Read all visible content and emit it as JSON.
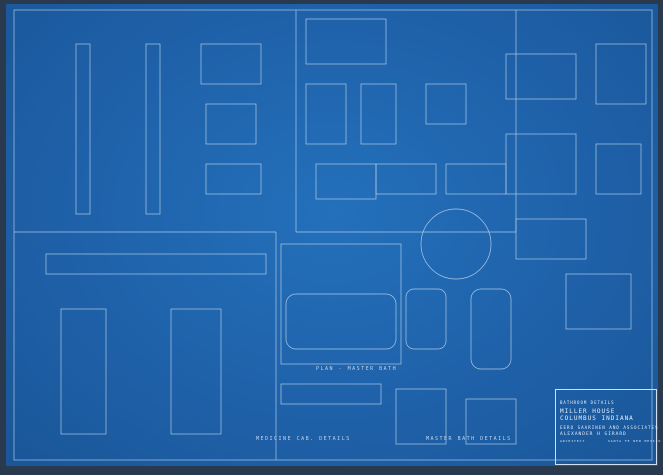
{
  "sheet_title": "BATHROOM DETAILS",
  "project": [
    "MILLER HOUSE",
    "COLUMBUS INDIANA"
  ],
  "architect": "EERO SAARINEN AND ASSOCIATES",
  "designer": "ALEXANDER H GIRARD",
  "designer_role": "ARCHITECT",
  "designer_location": "SANTA FE NEW MEXICO",
  "labels": {
    "medicine": "MEDICINE CAB. DETAILS",
    "plan": "PLAN - MASTER BATH",
    "master": "MASTER BATH DETAILS"
  },
  "colors": {
    "paper": "#1f63ad",
    "lines": "#d8e6f5"
  }
}
